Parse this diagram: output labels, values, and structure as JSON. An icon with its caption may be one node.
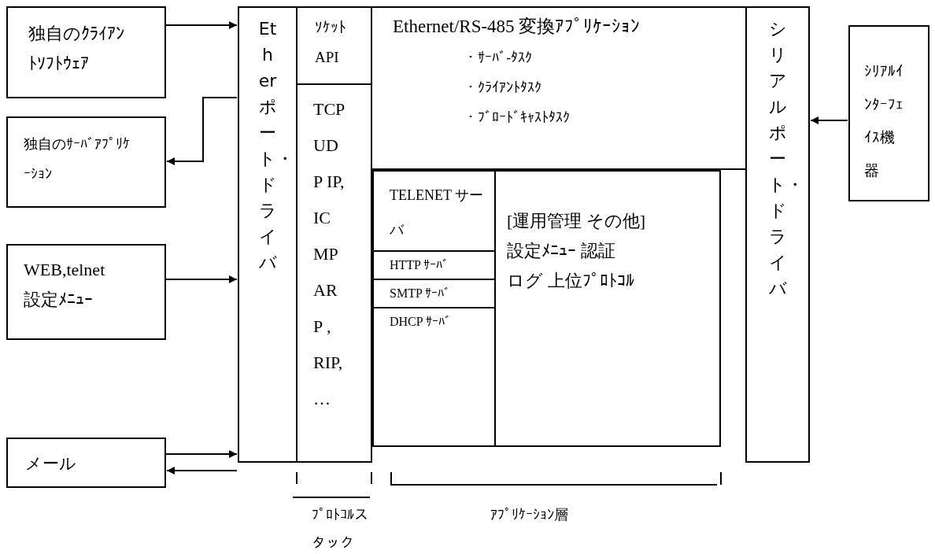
{
  "diagram": {
    "nodes": [
      {
        "text": [
          "独自のｸﾗｲｱﾝﾄｿﾌﾄｳｪｱ"
        ]
      },
      {
        "text": [
          "独自のｻｰﾊﾞｱﾌﾟﾘｹｰｼｮﾝ"
        ]
      },
      {
        "text": [
          "WEB,telnet 設定ﾒﾆｭｰ"
        ]
      },
      {
        "text": [
          "メール"
        ]
      },
      {
        "text": [
          "Etherポート・ドライバ"
        ]
      },
      {
        "text": [
          "ｿｹｯﾄ API"
        ]
      },
      {
        "text": [
          "TCP UD P IP, ICMP ARP , RIP, …"
        ]
      },
      {
        "text": [
          "Ethernet/RS-485 変換ｱﾌﾟﾘｹｰｼｮﾝ",
          "・ｻｰﾊﾞ-ﾀｽｸ",
          "・ｸﾗｲｱﾝﾄﾀｽｸ",
          "・ﾌﾞﾛｰﾄﾞｷｬｽﾄﾀｽｸ"
        ]
      },
      {
        "text": [],
        "shape": "box"
      },
      {
        "text": [
          "TELENET サーバ",
          "HTTP ｻｰﾊﾞ",
          "SMTP ｻｰﾊﾞ",
          "DHCP ｻｰﾊﾞ"
        ],
        "in": 8
      },
      {
        "text": [
          "[運用管理 その他]",
          "設定ﾒﾆｭｰ 認証",
          "ログ 上位ﾌﾟﾛﾄｺﾙ"
        ],
        "in": 8
      },
      {
        "text": [
          "シリアルポート・ドライバ"
        ]
      },
      {
        "text": [
          "ｼﾘｱﾙｲﾝﾀｰﾌｪｲｽ機器"
        ]
      }
    ],
    "edges": [
      {
        "from": 0,
        "to": 4,
        "arrow": "to"
      },
      {
        "from": 4,
        "to": 1,
        "arrow": "to"
      },
      {
        "from": 2,
        "to": 4,
        "arrow": "to"
      },
      {
        "from": 3,
        "to": 4,
        "arrow": "to"
      },
      {
        "from": 4,
        "to": 3,
        "arrow": "to"
      },
      {
        "from": 12,
        "to": 11,
        "arrow": "to"
      }
    ],
    "labels": [
      "ﾌﾟﾛﾄｺﾙスタック",
      "ｱﾌﾟﾘｹｰｼｮﾝ層"
    ]
  }
}
